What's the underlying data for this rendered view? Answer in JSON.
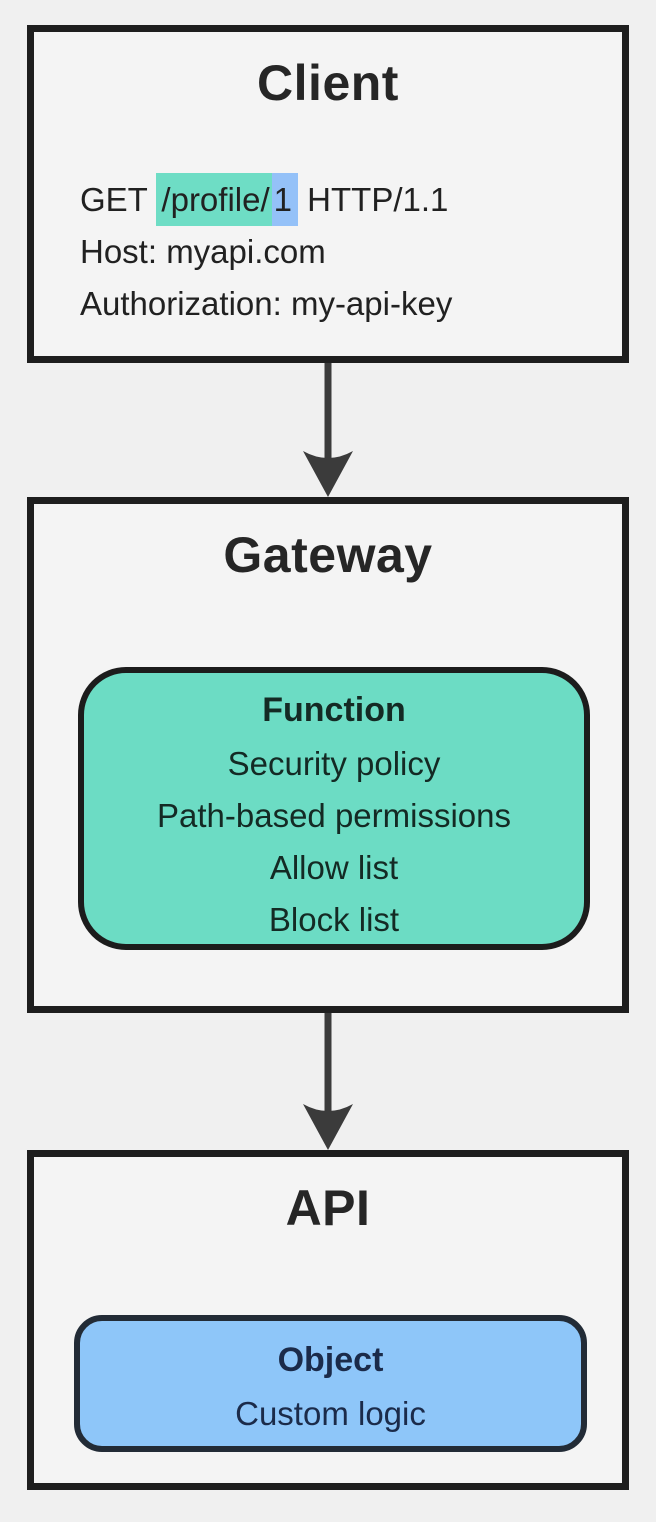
{
  "diagram": {
    "colors": {
      "page_background": "#f0f0f0",
      "box_fill": "#f4f4f4",
      "box_border": "#1e1e1e",
      "teal_card": "#6cdcc4",
      "teal_highlight": "#6eddc5",
      "blue_card": "#8ec6f9",
      "blue_highlight": "#94c1f8",
      "arrow": "#3b3b3b",
      "title_text": "#262626",
      "body_text": "#212121"
    },
    "nodes": {
      "client": {
        "title": "Client",
        "request": {
          "method": "GET ",
          "path_highlight": "/profile/",
          "id_highlight": "1",
          "protocol": " HTTP/1.1",
          "host_line": "Host: myapi.com",
          "auth_line": "Authorization: my-api-key"
        }
      },
      "gateway": {
        "title": "Gateway",
        "function_card": {
          "title": "Function",
          "items": [
            "Security policy",
            "Path-based permissions",
            "Allow list",
            "Block list"
          ]
        }
      },
      "api": {
        "title": "API",
        "object_card": {
          "title": "Object",
          "items": [
            "Custom logic"
          ]
        }
      }
    }
  }
}
